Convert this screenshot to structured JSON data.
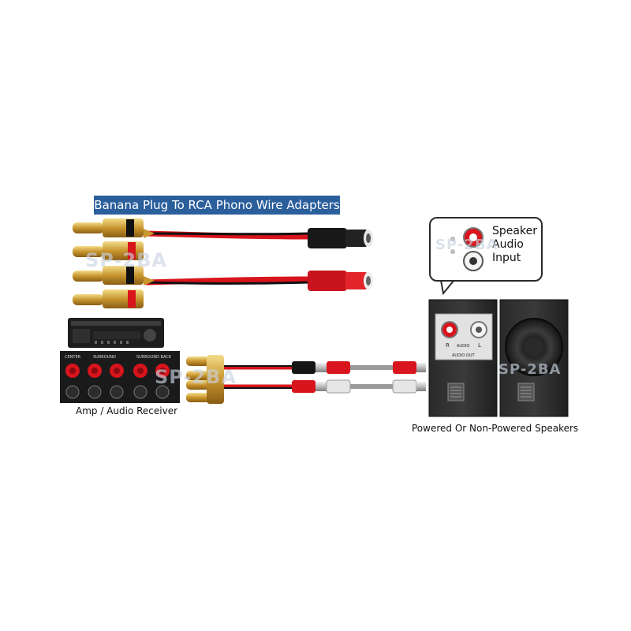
{
  "title": "Banana Plug To RCA Phono Wire Adapters",
  "callout": {
    "line1": "Speaker",
    "line2": "Audio",
    "line3": "Input"
  },
  "captions": {
    "receiver": "Amp / Audio Receiver",
    "speakers": "Powered Or Non-Powered Speakers"
  },
  "watermark": "SP-2BA",
  "receiver_labels": {
    "center": "CENTER",
    "surround": "SURROUND",
    "surround_back": "SURROUND BACK"
  },
  "speaker_panel": {
    "r": "R",
    "l": "L",
    "audio": "AUDIO",
    "audio_out": "AUDIO OUT"
  },
  "colors": {
    "banner": "#2b5f9c",
    "red": "#d8141c",
    "black": "#111111",
    "gold": "#d4a640"
  }
}
